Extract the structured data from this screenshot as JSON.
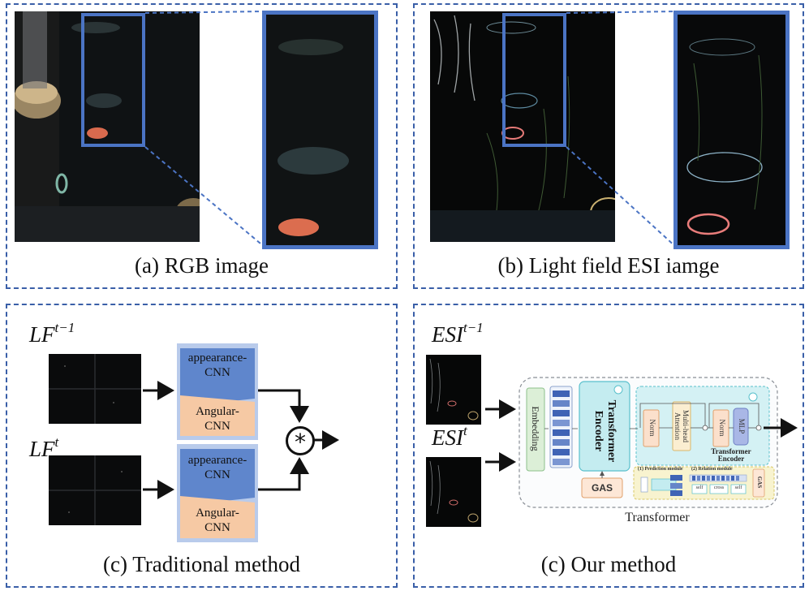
{
  "panels": {
    "a": {
      "caption": "(a) RGB image"
    },
    "b": {
      "caption": "(b) Light field ESI iamge"
    },
    "c_left": {
      "caption": "(c) Traditional method",
      "input_prev_base": "LF",
      "input_prev_sup": "t−1",
      "input_cur_base": "LF",
      "input_cur_sup": "t",
      "appearance_cnn": [
        "appearance-",
        "CNN"
      ],
      "angular_cnn": [
        "Angular-",
        "CNN"
      ],
      "fusion_symbol": "*"
    },
    "c_right": {
      "caption": "(c) Our method",
      "input_prev_base": "ESI",
      "input_prev_sup": "t−1",
      "input_cur_base": "ESI",
      "input_cur_sup": "t",
      "embedding": "Embedding",
      "transformer_encoder": [
        "Transformer",
        "Encoder"
      ],
      "gas": "GAS",
      "norm1": "Norm",
      "attention": [
        "Multi-head",
        "Attention"
      ],
      "norm2": "Norm",
      "mlp": "MLP",
      "encoder_label": [
        "Transformer",
        "Encoder"
      ],
      "prediction_module": "(1) Prediction module",
      "relation_module": "(2) Relation module",
      "relation_blocks": [
        "self",
        "cross",
        "self"
      ],
      "gas_side": "GAS",
      "transformer_label": "Transformer"
    }
  },
  "colors": {
    "panel_border": "#3a5fa8",
    "zoom_border": "#4b74c4",
    "cnn_blue": "#5f86cc",
    "cnn_orange": "#f6c9a4",
    "cnn_bg": "#b9cbeb",
    "embedding_green": "#dcefd7",
    "transformer_cyan": "#c4ecf0",
    "attention_yellow": "#fbeed1",
    "norm_orange": "#fbe0cc",
    "mlp_purple": "#a9b7e6"
  }
}
